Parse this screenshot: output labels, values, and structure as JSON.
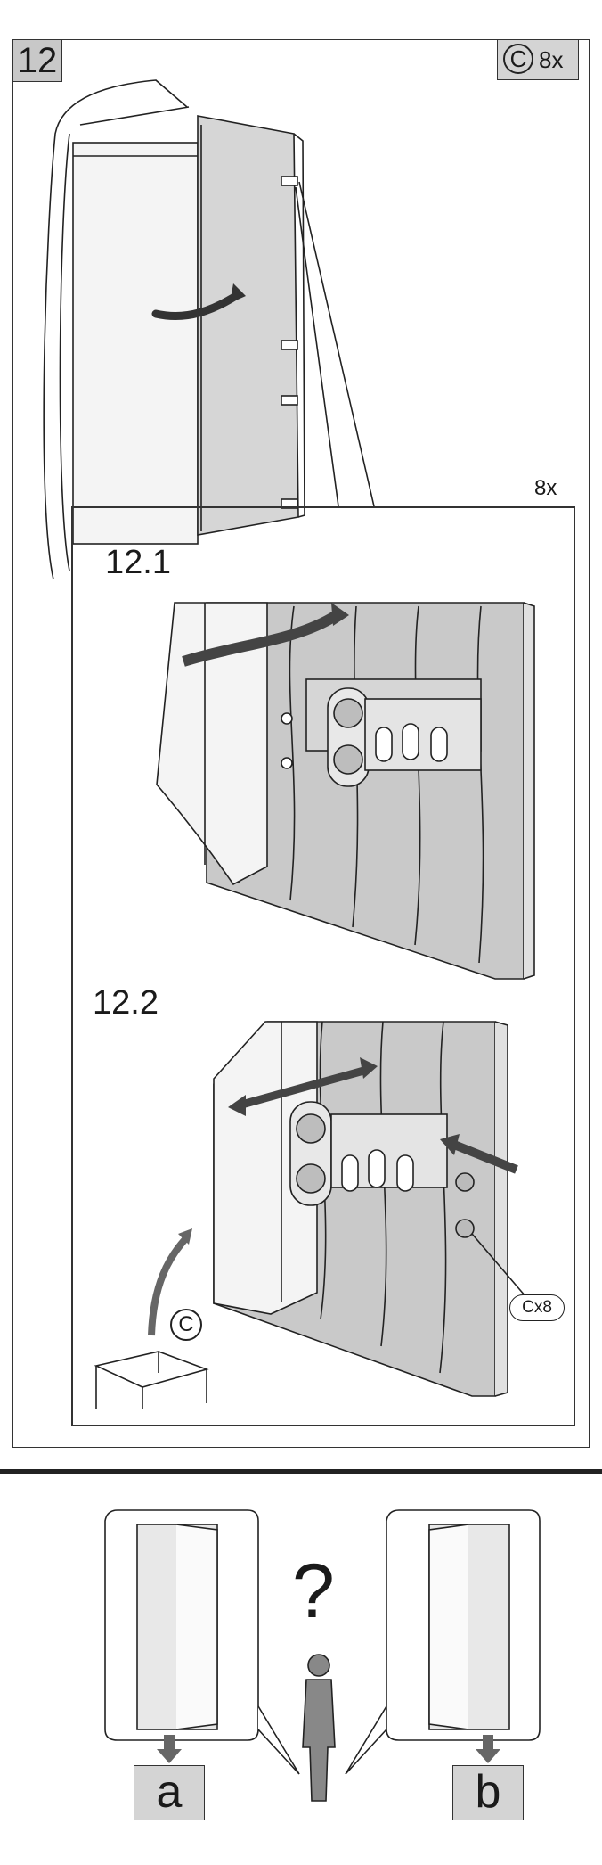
{
  "step": {
    "number": "12"
  },
  "parts": {
    "letter": "C",
    "quantity": "8x"
  },
  "detail": {
    "quantity": "8x",
    "substep_1": "12.1",
    "substep_2": "12.2"
  },
  "callout": {
    "screw_count": "Cx8",
    "part_letter": "C"
  },
  "choice": {
    "question": "?",
    "option_a": "a",
    "option_b": "b"
  },
  "colors": {
    "line": "#222222",
    "panel": "#d6d6d6",
    "wood": "#c9c9c9",
    "door": "#e6e6e6"
  }
}
